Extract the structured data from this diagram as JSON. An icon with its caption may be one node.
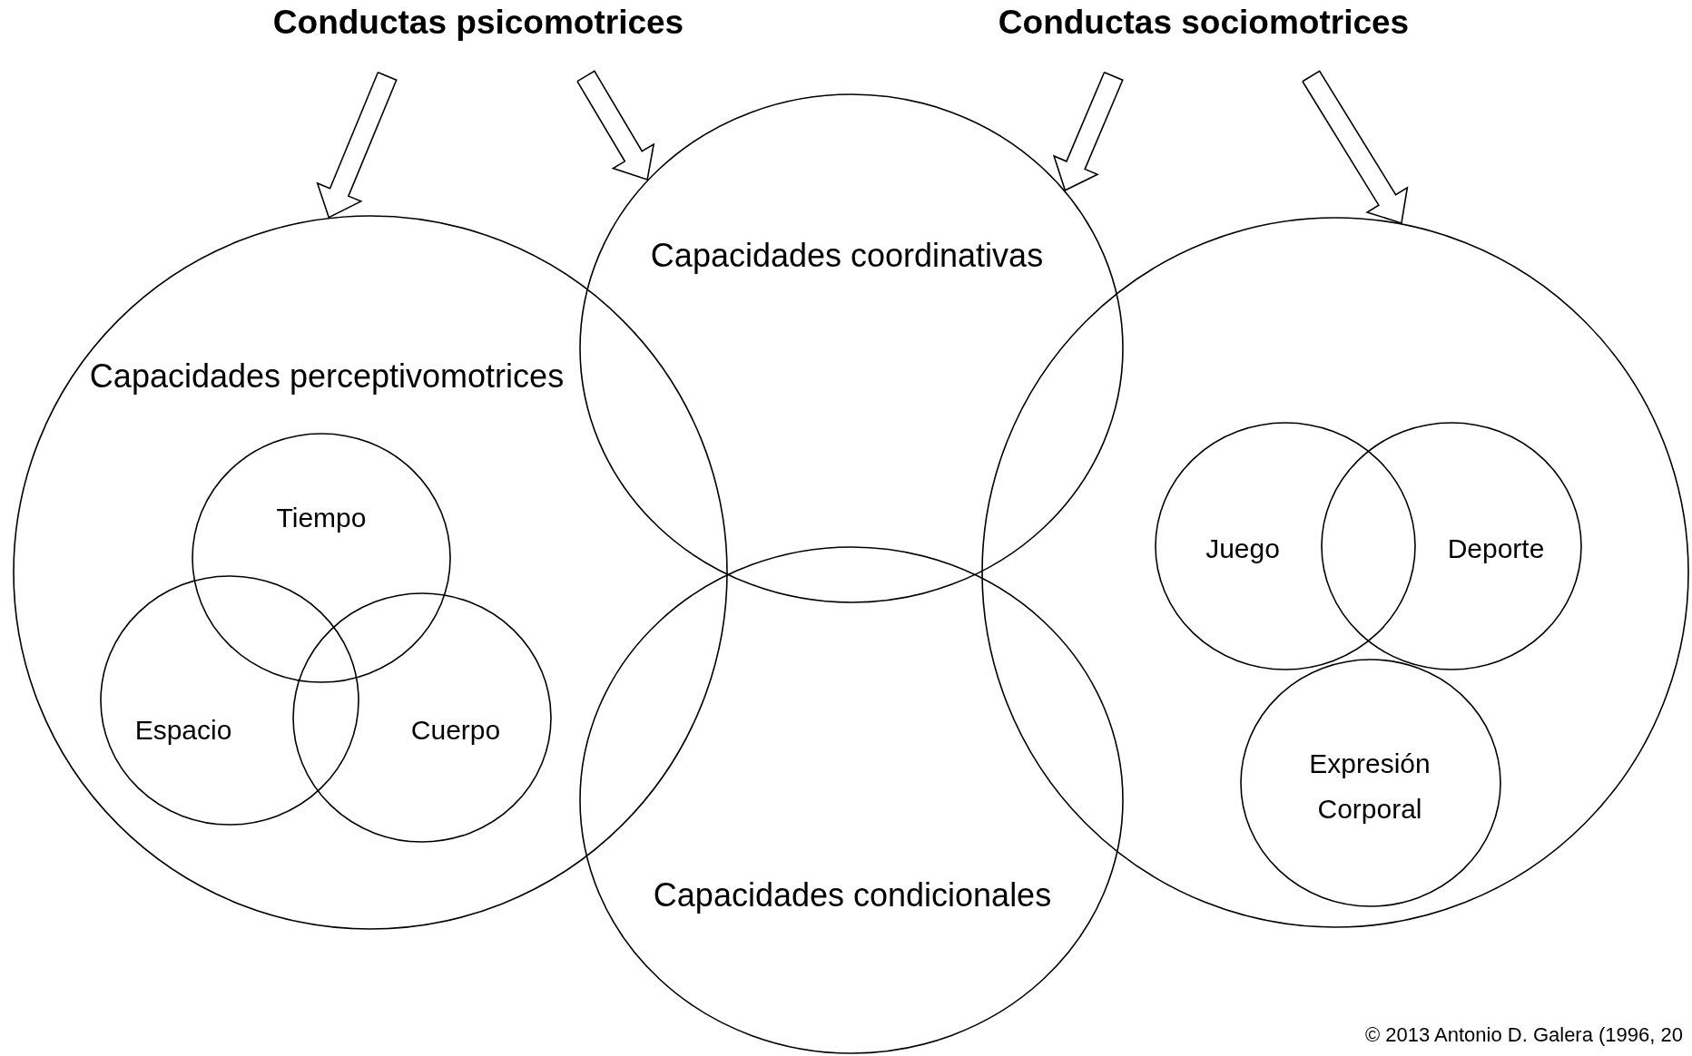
{
  "diagram": {
    "nodes": [
      {
        "text": [
          "Conductas psicomotrices"
        ]
      },
      {
        "text": [
          "Conductas sociomotrices"
        ]
      },
      {
        "text": [
          "Capacidades perceptivomotrices"
        ]
      },
      {
        "text": [
          "Tiempo"
        ],
        "in": 2
      },
      {
        "text": [
          "Espacio"
        ],
        "in": 2
      },
      {
        "text": [
          "Cuerpo"
        ],
        "in": 2
      },
      {
        "text": [
          "Capacidades coordinativas"
        ]
      },
      {
        "text": [
          "Capacidades condicionales"
        ]
      },
      {
        "text": [],
        "shape": "circle"
      },
      {
        "text": [
          "Juego"
        ],
        "in": 8
      },
      {
        "text": [
          "Deporte"
        ],
        "in": 8
      },
      {
        "text": [
          "Expresión Corporal"
        ],
        "in": 8
      }
    ],
    "edges": [
      {
        "from": 0,
        "to": 2,
        "arrow": "to"
      },
      {
        "from": 0,
        "to": 6,
        "arrow": "to"
      },
      {
        "from": 1,
        "to": 6,
        "arrow": "to"
      },
      {
        "from": 1,
        "to": 8,
        "arrow": "to"
      }
    ],
    "labels": [
      "© 2013 Antonio D. Galera (1996, 20"
    ]
  }
}
